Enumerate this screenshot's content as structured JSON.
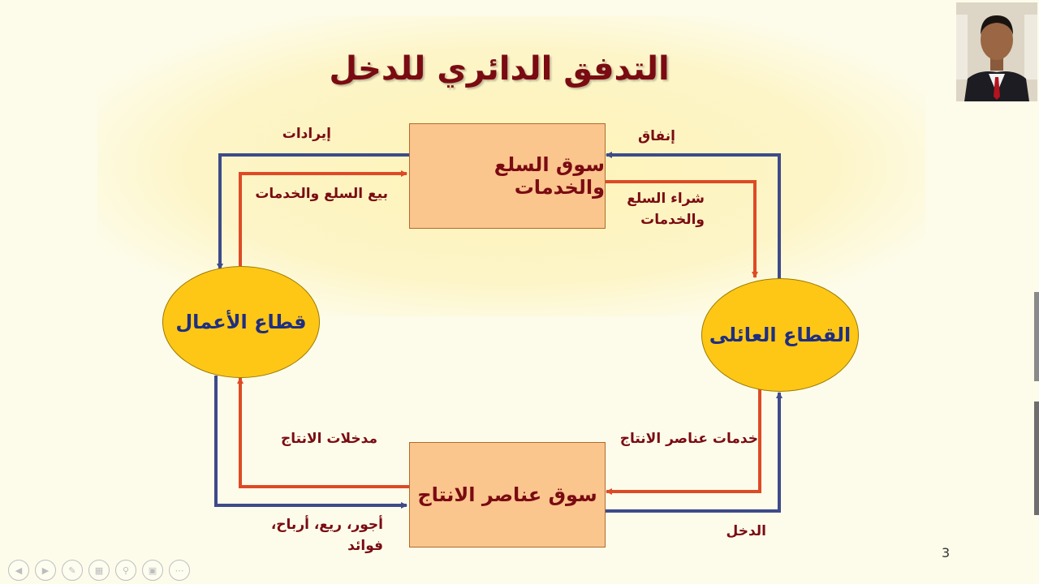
{
  "slide": {
    "title": "التدفق الدائري للدخل",
    "number": "3"
  },
  "nodes": {
    "goods_market": "سوق السلع والخدمات",
    "factor_market": "سوق عناصر الانتاج",
    "business_sector": "قطاع الأعمال",
    "household_sector": "القطاع العائلى"
  },
  "labels": {
    "revenues": "إيرادات",
    "sale_of_goods": "بيع السلع والخدمات",
    "spending": "إنفاق",
    "purchase_line1": "شراء السلع",
    "purchase_line2": "والخدمات",
    "production_inputs": "مدخلات الانتاج",
    "factor_services": "خدمات عناصر الانتاج",
    "payments_line1": "أجور، ريع، أرباح،",
    "payments_line2": "فوائد",
    "income": "الدخل"
  },
  "colors": {
    "money_flow": "#3e4a8a",
    "real_flow": "#de4a26",
    "title": "#7a0b12",
    "box_fill": "#fbc58e",
    "ellipse_fill": "#ffc715",
    "sector_text": "#1f2f80"
  },
  "toolbar": {
    "icons": [
      "previous-icon",
      "next-icon",
      "pen-icon",
      "slides-icon",
      "zoom-icon",
      "screen-icon",
      "more-icon"
    ]
  }
}
